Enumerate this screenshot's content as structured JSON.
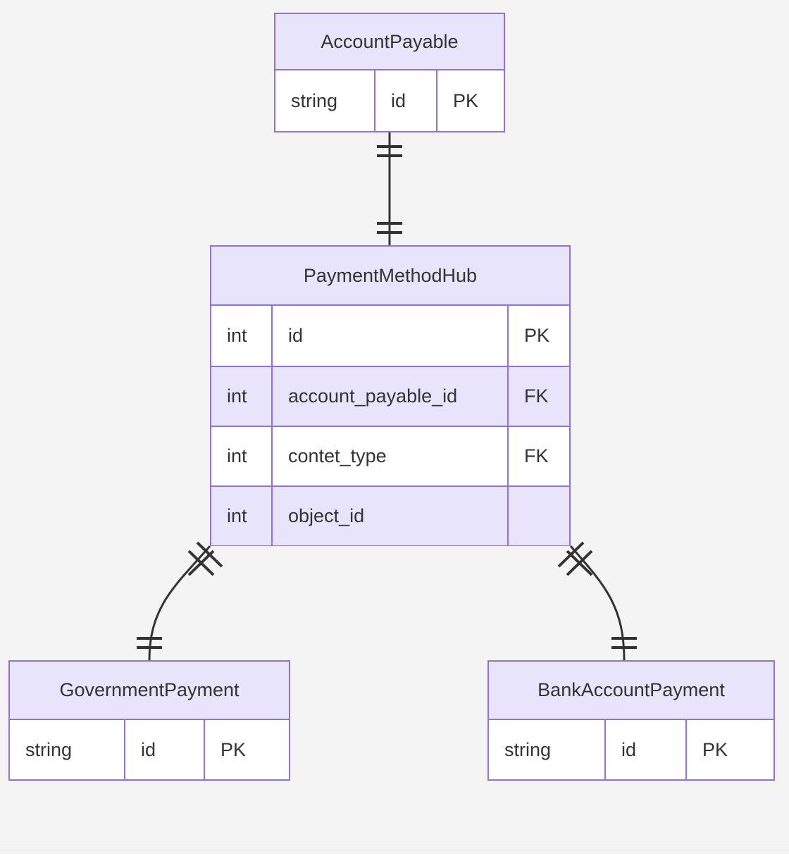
{
  "diagram": {
    "kind": "entity-relationship-diagram",
    "background_color": "#f4f4f4",
    "border_color": "#9370db",
    "header_fill_color": "#e8e4fb",
    "row_alt_fill_color": "#e8e4fb",
    "text_color": "#333333",
    "line_color": "#333333"
  },
  "entities": [
    {
      "id": "AccountPayable",
      "title": "AccountPayable",
      "attributes": [
        {
          "type": "string",
          "name": "id",
          "key": "PK"
        }
      ]
    },
    {
      "id": "PaymentMethodHub",
      "title": "PaymentMethodHub",
      "attributes": [
        {
          "type": "int",
          "name": "id",
          "key": "PK"
        },
        {
          "type": "int",
          "name": "account_payable_id",
          "key": "FK"
        },
        {
          "type": "int",
          "name": "contet_type",
          "key": "FK"
        },
        {
          "type": "int",
          "name": "object_id",
          "key": ""
        }
      ]
    },
    {
      "id": "GovernmentPayment",
      "title": "GovernmentPayment",
      "attributes": [
        {
          "type": "string",
          "name": "id",
          "key": "PK"
        }
      ]
    },
    {
      "id": "BankAccountPayment",
      "title": "BankAccountPayment",
      "attributes": [
        {
          "type": "string",
          "name": "id",
          "key": "PK"
        }
      ]
    }
  ],
  "relationships": [
    {
      "id": "rel-accountpayable-paymentmethodhub",
      "from": "AccountPayable",
      "to": "PaymentMethodHub",
      "from_cardinality": "exactly-one",
      "to_cardinality": "exactly-one",
      "label": ""
    },
    {
      "id": "rel-paymentmethodhub-governmentpayment",
      "from": "PaymentMethodHub",
      "to": "GovernmentPayment",
      "from_cardinality": "zero-or-one",
      "to_cardinality": "exactly-one",
      "label": ""
    },
    {
      "id": "rel-paymentmethodhub-bankaccountpayment",
      "from": "PaymentMethodHub",
      "to": "BankAccountPayment",
      "from_cardinality": "zero-or-one",
      "to_cardinality": "exactly-one",
      "label": ""
    }
  ]
}
